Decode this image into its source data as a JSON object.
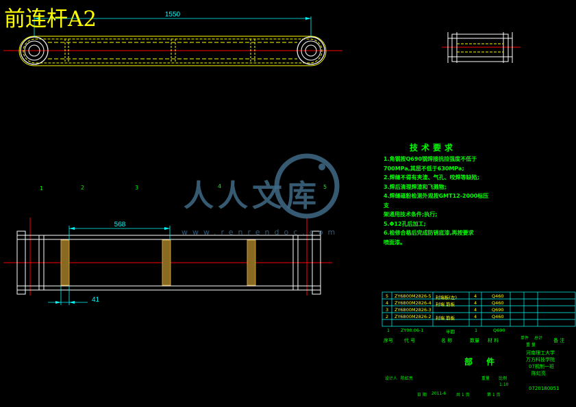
{
  "title": "前连杆A2",
  "dimensions": {
    "overall_length": "1550",
    "rib_offset": "568",
    "edge_offset": "41"
  },
  "zones": [
    "1",
    "2",
    "3",
    "4",
    "5"
  ],
  "requirements": {
    "title": "技术要求",
    "items": [
      "1.角钢按Q690钢焊接抗拉强度不低于",
      "700MPa,其屈不低于630MPa;",
      "2.焊缝不得有夹渣、气孔、咬焊等缺陷;",
      "3.焊后清理焊渣和飞溅物;",
      "4.焊缝磁粉检测外观按GMT12-2000标压支",
      "架通用技术条件;执行;",
      "5.Φ12孔后加工;",
      "6.检修合格后完成防锈底漆,再按要求",
      "喷面漆。"
    ]
  },
  "watermark": {
    "text": "人人文库",
    "url": "www.renrendoc.com"
  },
  "parts_table": {
    "rows": [
      {
        "no": "5",
        "code": "ZY6800M2826-5",
        "name": "封端板(左)",
        "qty": "4",
        "material": "Q460"
      },
      {
        "no": "4",
        "code": "ZY6800M2826-4",
        "name": "封端 筋板",
        "qty": "4",
        "material": "Q460"
      },
      {
        "no": "3",
        "code": "ZY6800M2826-3",
        "name": "",
        "qty": "4",
        "material": "Q690"
      },
      {
        "no": "2",
        "code": "ZY6800M2826-2",
        "name": "封端 筋板",
        "qty": "4",
        "material": "Q460"
      },
      {
        "no": "1",
        "code": "ZY00.06-1",
        "name": "半圆",
        "qty": "1",
        "material": "Q690"
      }
    ],
    "headers": [
      "序号",
      "代 号",
      "名 称",
      "数量",
      "材 料",
      "单件",
      "总计",
      "备 注"
    ],
    "weight_label": "重 量"
  },
  "title_block": {
    "part_label": "部 件",
    "school": [
      "河南理工大学",
      "万方科技学院",
      "07机制一班",
      "陈虹亮"
    ],
    "designer_label": "设计人",
    "designer": "陈虹亮",
    "weight_label": "重量",
    "scale_label": "比例",
    "scale": "1:10",
    "date_label": "日 期",
    "date": "2011-6",
    "sheets": "共 1 页",
    "sheet": "第 1 页",
    "drawing_no": "0720180051"
  },
  "colors": {
    "background": "#000000",
    "outline": "#ffffff",
    "hidden": "#ffff00",
    "center": "#ff0000",
    "dimension": "#00ffff",
    "section": "#c8a040",
    "text": "#00ff00",
    "title": "#ffff00"
  }
}
